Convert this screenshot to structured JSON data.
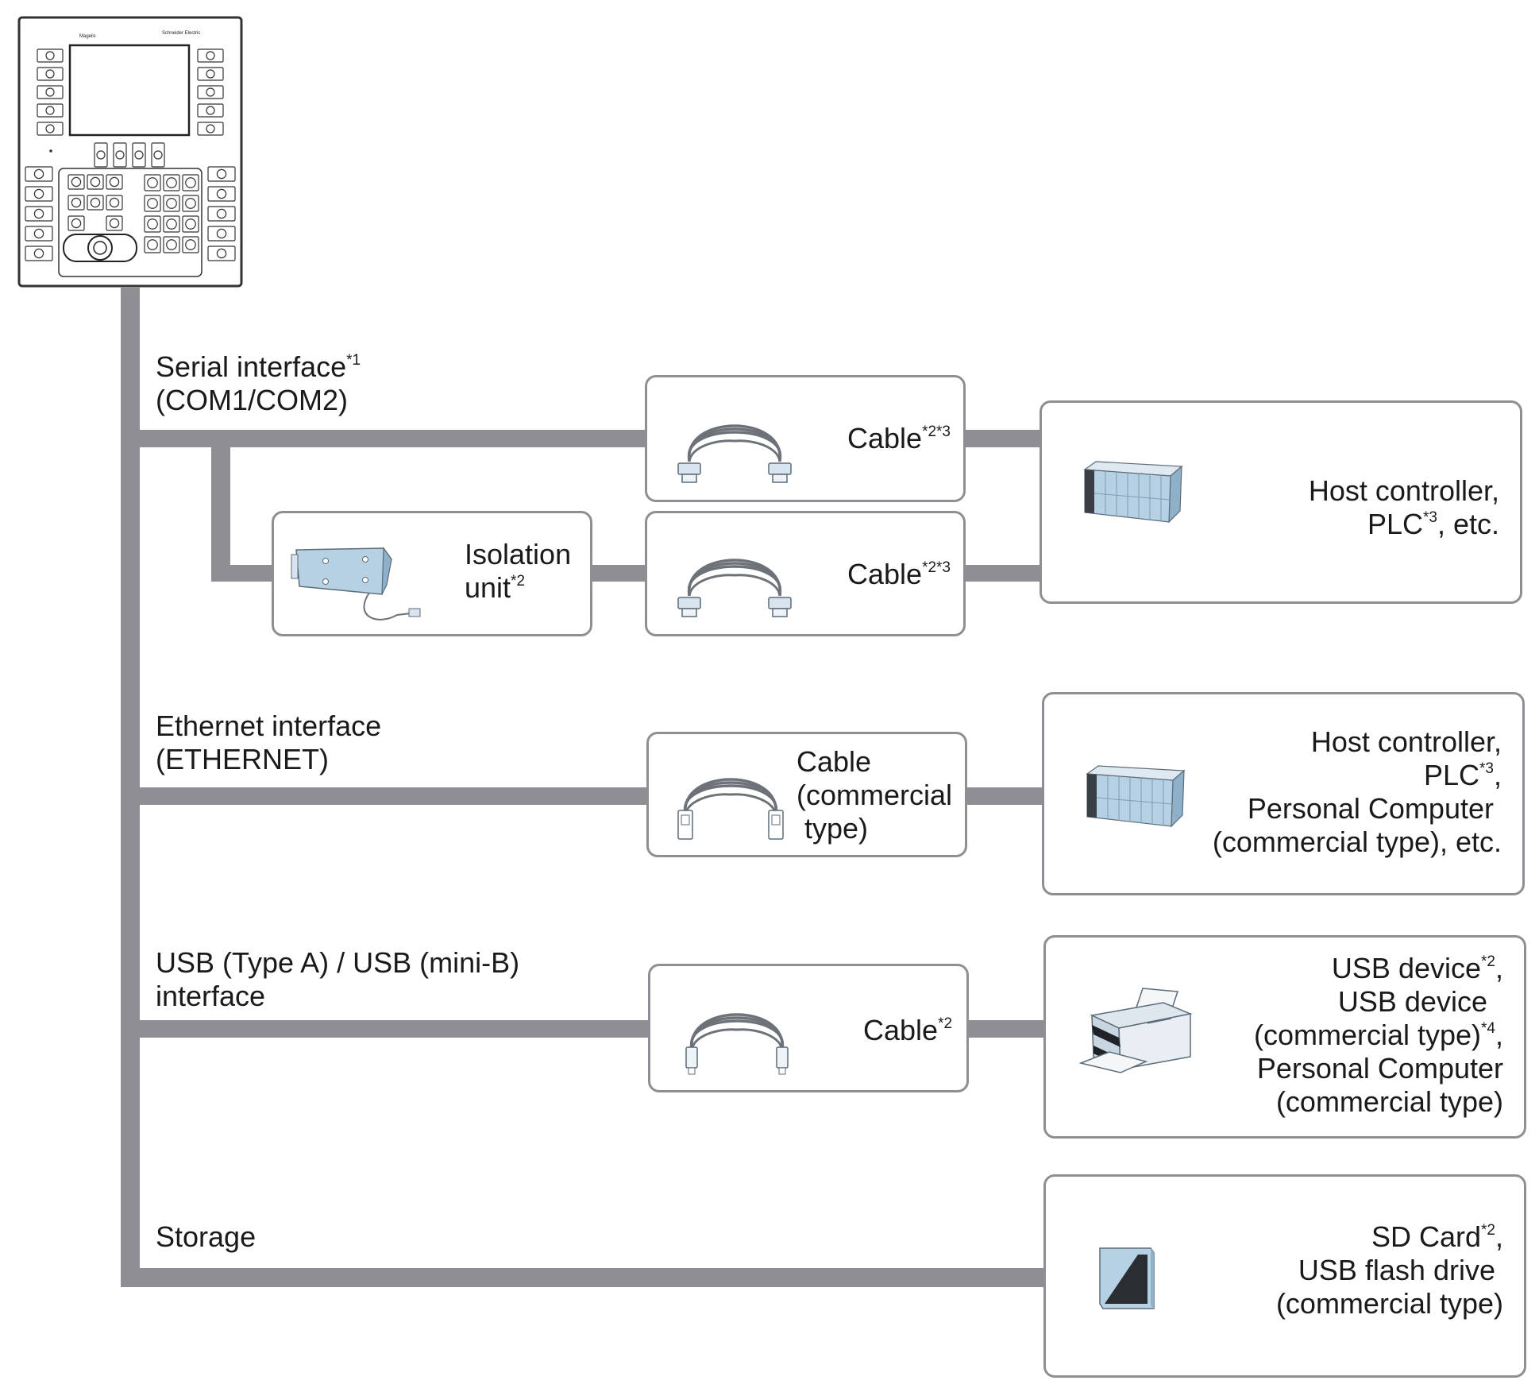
{
  "hmi": {
    "logo_left": "Magelis",
    "logo_right": "Schneider Electric"
  },
  "serial": {
    "title": "Serial interface",
    "sup": "*1",
    "sub": "(COM1/COM2)"
  },
  "ethernet": {
    "title": "Ethernet interface",
    "sub": "(ETHERNET)"
  },
  "usb": {
    "title": "USB (Type A) / USB (mini-B)",
    "sub": "interface"
  },
  "storage": {
    "title": "Storage"
  },
  "cable1": {
    "text": "Cable",
    "sup": "*2*3"
  },
  "cable2": {
    "text": "Cable",
    "sup": "*2*3"
  },
  "isolation": {
    "line1": "Isolation",
    "line2": "unit",
    "sup": "*2"
  },
  "eth_cable": {
    "line1": "Cable",
    "line2": "(commercial",
    "line3": "type)"
  },
  "usb_cable": {
    "text": "Cable",
    "sup": "*2"
  },
  "host1": {
    "line1": "Host controller,",
    "line2a": "PLC",
    "line2sup": "*3",
    "line2b": ", etc."
  },
  "host2": {
    "line1": "Host controller,",
    "line2a": "PLC",
    "line2sup": "*3",
    "line2b": ",",
    "line3": "Personal Computer",
    "line4": "(commercial type), etc."
  },
  "usbdev": {
    "line1a": "USB device",
    "line1sup": "*2",
    "line1b": ",",
    "line2": "USB device",
    "line3a": "(commercial type)",
    "line3sup": "*4",
    "line3b": ",",
    "line4": "Personal Computer",
    "line5": "(commercial type)"
  },
  "sd": {
    "line1a": "SD Card",
    "line1sup": "*2",
    "line1b": ",",
    "line2": "USB flash drive",
    "line3": "(commercial type)"
  },
  "colors": {
    "connector": "#8f8f93",
    "device_blue": "#b6d0e4",
    "cable_gray": "#6d7278"
  }
}
